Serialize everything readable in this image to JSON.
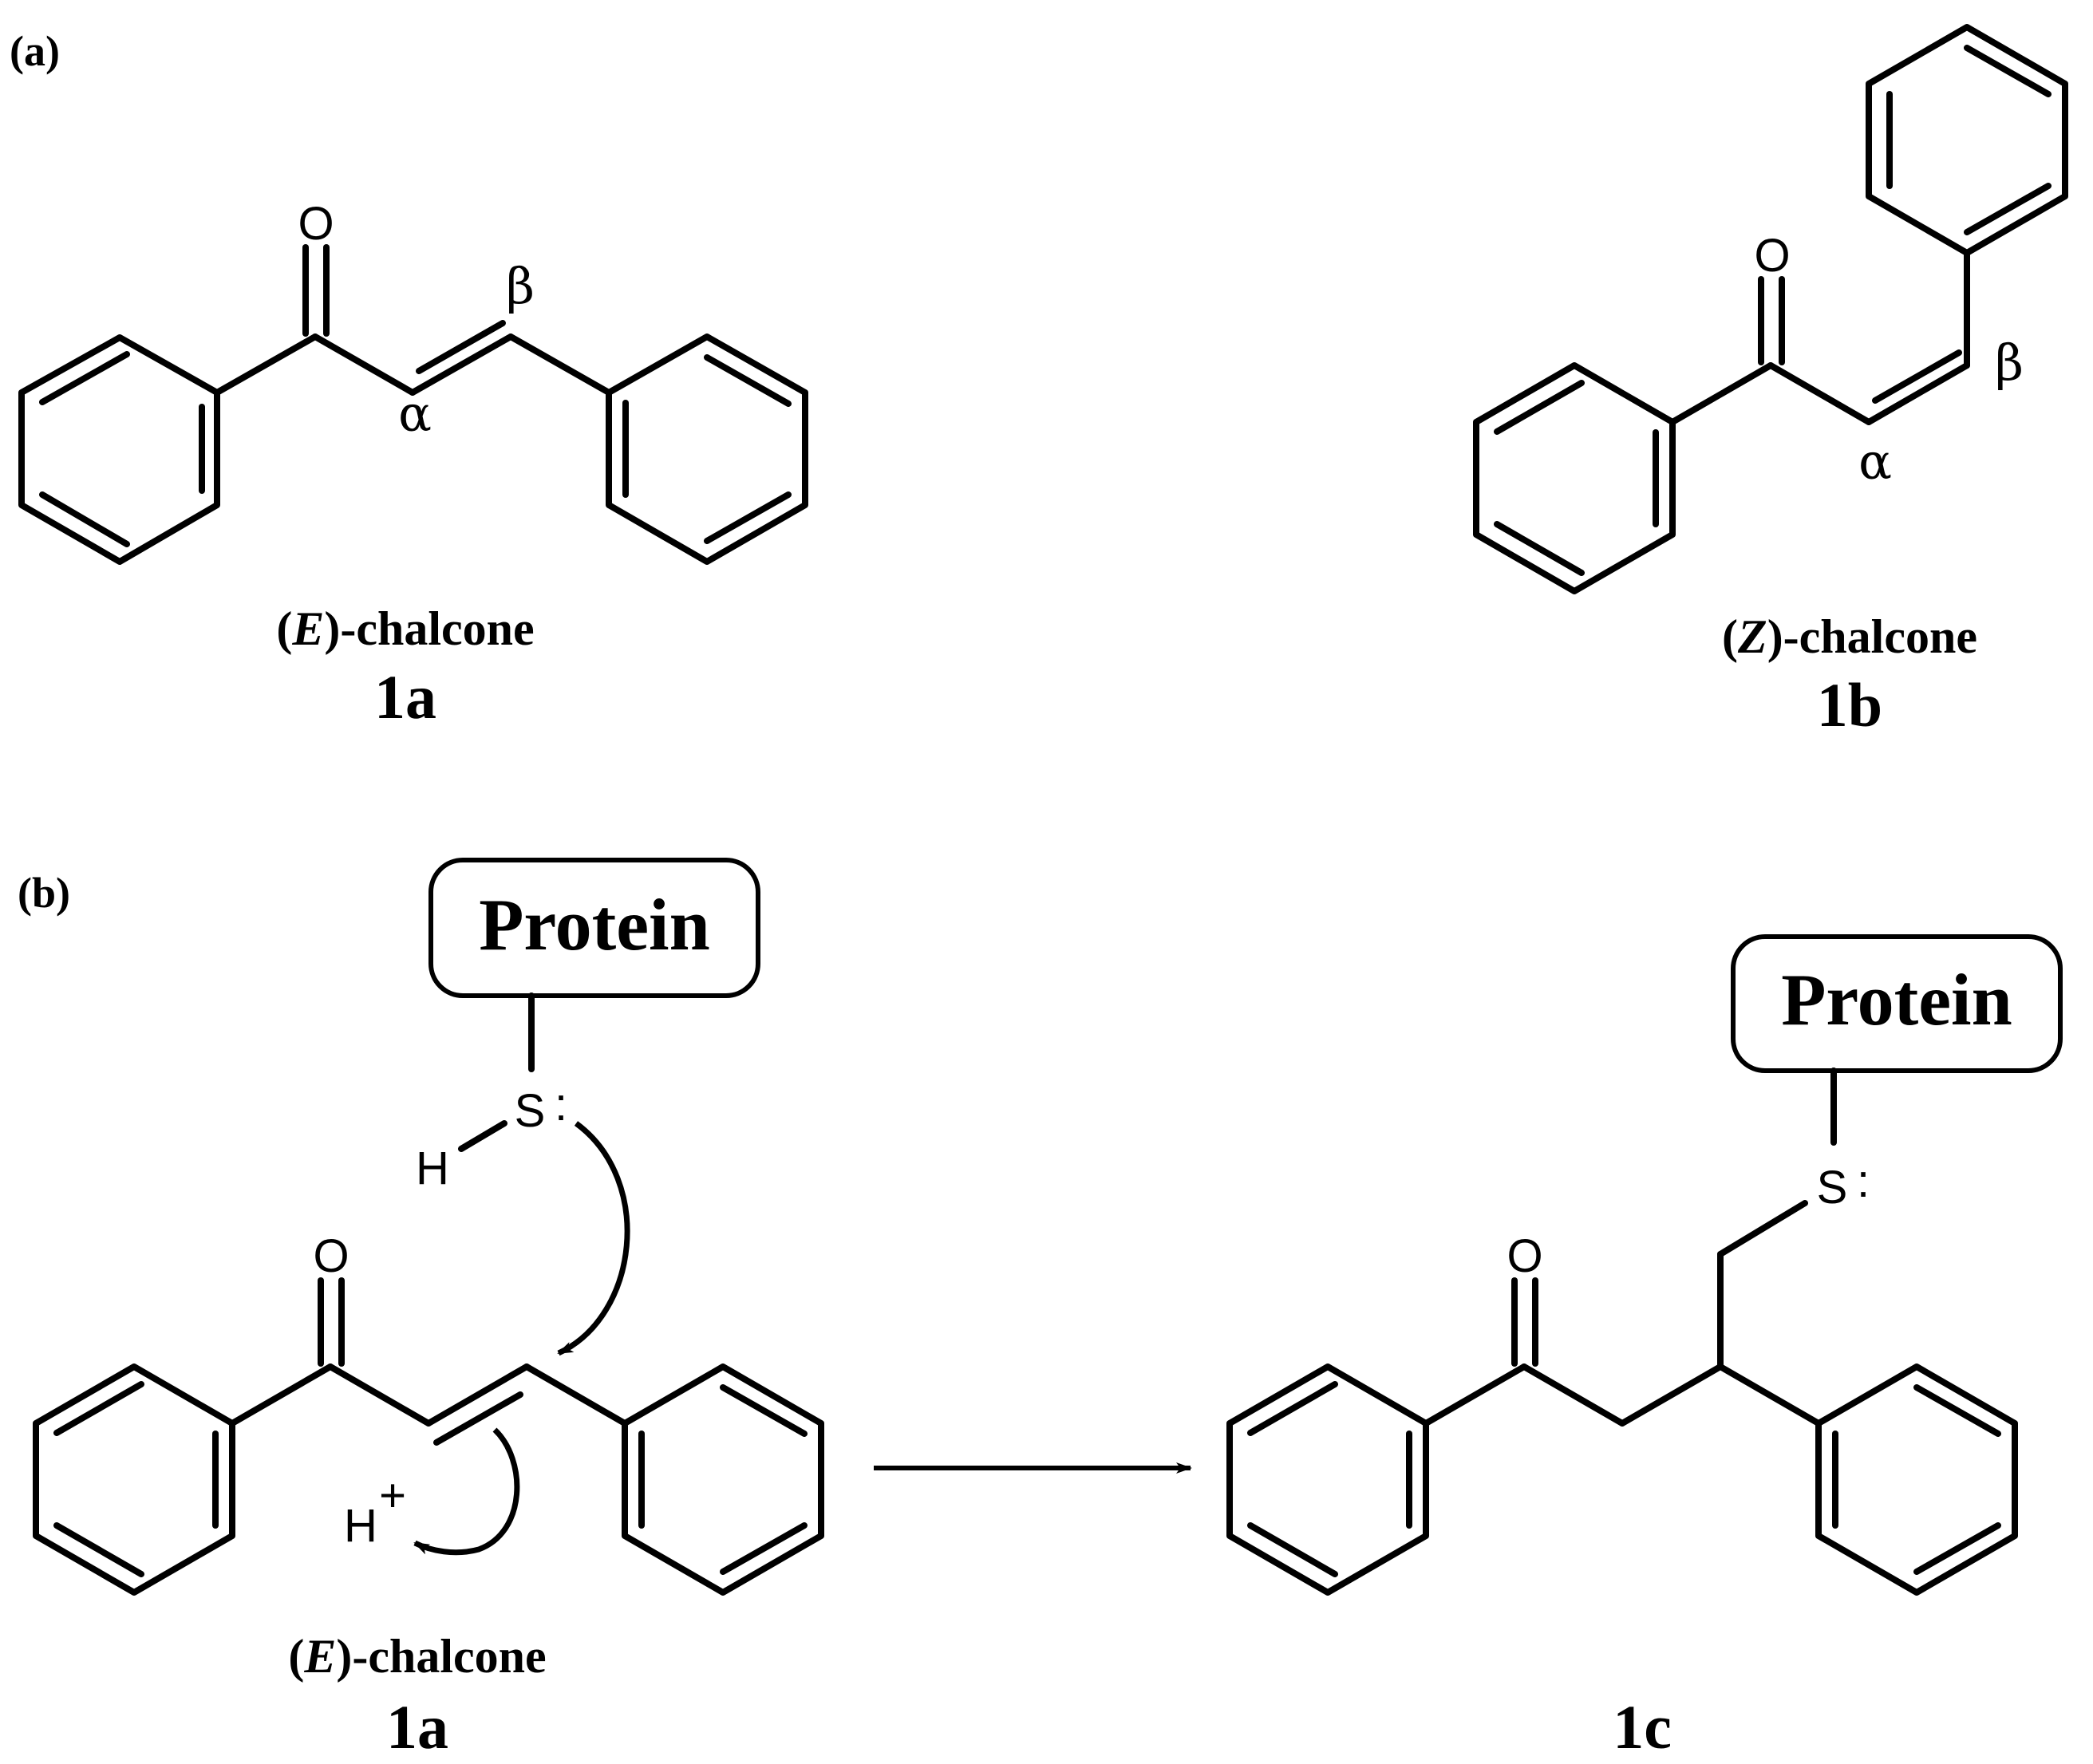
{
  "panels": {
    "a": "(a)",
    "b": "(b)"
  },
  "atoms": {
    "oxygen": "O",
    "sulfur": "S",
    "hydrogen": "H",
    "lone_pair": ":",
    "plus": "+"
  },
  "greek": {
    "alpha": "α",
    "beta": "β"
  },
  "compounds": {
    "e_chalcone": {
      "prefix": "(",
      "stereo": "E",
      "suffix": ")-chalcone",
      "number": "1a"
    },
    "z_chalcone": {
      "prefix": "(",
      "stereo": "Z",
      "suffix": ")-chalcone",
      "number": "1b"
    },
    "product": {
      "number": "1c"
    }
  },
  "protein_label": "Protein",
  "colors": {
    "ink": "#000000",
    "background": "#ffffff"
  }
}
